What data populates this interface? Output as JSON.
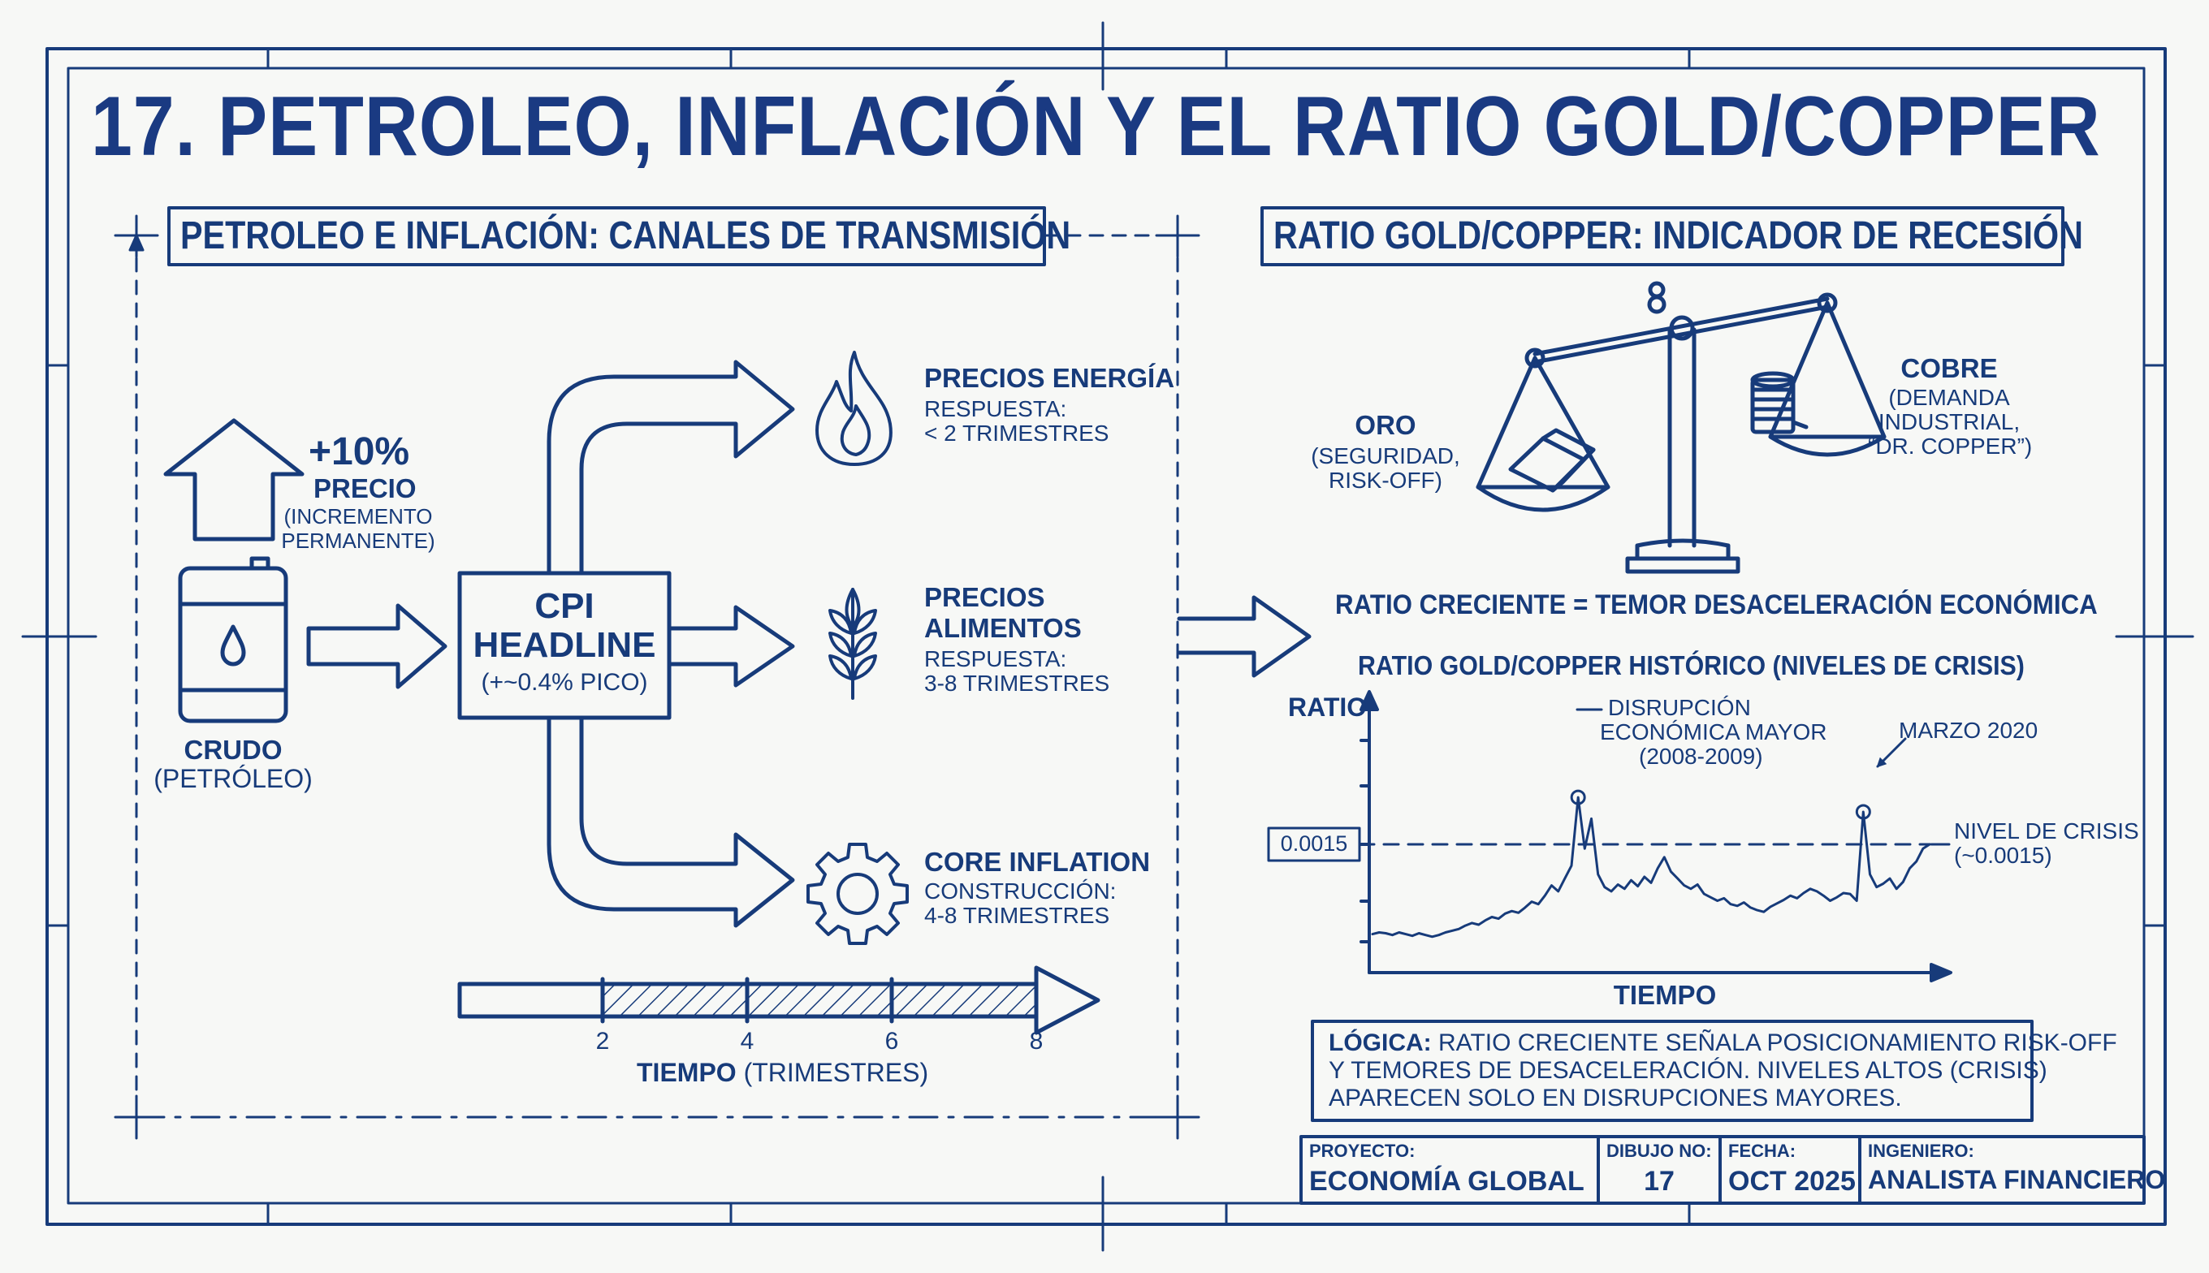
{
  "title": "17. PETROLEO, INFLACIÓN Y EL RATIO GOLD/COPPER",
  "left_panel": {
    "header": "PETROLEO E INFLACIÓN: CANALES DE TRANSMISIÓN",
    "shock": {
      "value": "+10%",
      "label": "PRECIO",
      "note_1": "(INCREMENTO",
      "note_2": "PERMANENTE)"
    },
    "source": {
      "label": "CRUDO",
      "sub": "(PETRÓLEO)"
    },
    "cpi": {
      "line_1": "CPI",
      "line_2": "HEADLINE",
      "sub": "(+~0.4% PICO)"
    },
    "channels": [
      {
        "icon": "flame-icon",
        "title_1": "PRECIOS ENERGÍA",
        "title_2": "",
        "sub_1": "RESPUESTA:",
        "sub_2": "< 2 TRIMESTRES"
      },
      {
        "icon": "wheat-icon",
        "title_1": "PRECIOS",
        "title_2": "ALIMENTOS",
        "sub_1": "RESPUESTA:",
        "sub_2": "3-8 TRIMESTRES"
      },
      {
        "icon": "gear-icon",
        "title_1": "CORE INFLATION",
        "title_2": "",
        "sub_1": "CONSTRUCCIÓN:",
        "sub_2": "4-8 TRIMESTRES"
      }
    ],
    "timeline": {
      "ticks": [
        "2",
        "4",
        "6",
        "8"
      ],
      "label_bold": "TIEMPO",
      "label_rest": " (TRIMESTRES)"
    }
  },
  "right_panel": {
    "header": "RATIO GOLD/COPPER: INDICADOR DE RECESIÓN",
    "gold": {
      "label": "ORO",
      "sub_1": "(SEGURIDAD,",
      "sub_2": "RISK-OFF)"
    },
    "copper": {
      "label": "COBRE",
      "sub_1": "(DEMANDA",
      "sub_2": "INDUSTRIAL,",
      "sub_3": "“DR. COPPER”)"
    },
    "statement": "RATIO CRECIENTE = TEMOR DESACELERACIÓN ECONÓMICA",
    "logic": {
      "bold": "LÓGICA:",
      "line_1": " RATIO CRECIENTE SEÑALA POSICIONAMIENTO RISK-OFF",
      "line_2": "Y  TEMORES DE DESACELERACIÓN. NIVELES ALTOS (CRISIS)",
      "line_3": "APARECEN SOLO EN DISRUPCIONES MAYORES."
    }
  },
  "chart_data": {
    "type": "line",
    "title": "RATIO GOLD/COPPER HISTÓRICO (NIVELES DE CRISIS)",
    "xlabel": "TIEMPO",
    "ylabel": "RATIO",
    "y_ticks": [
      "0.0015"
    ],
    "crisis_line": {
      "value": 0.0015,
      "label_1": "NIVEL DE CRISIS",
      "label_2": "(~0.0015)"
    },
    "annotations": [
      {
        "label_1": "DISRUPCIÓN",
        "label_2": "ECONÓMICA MAYOR",
        "label_3": "(2008-2009)"
      },
      {
        "label_1": "MARZO 2020",
        "label_2": "",
        "label_3": ""
      }
    ],
    "series": [
      {
        "values": [
          0.00045,
          0.00047,
          0.00046,
          0.00044,
          0.00047,
          0.00045,
          0.00043,
          0.00046,
          0.00044,
          0.00042,
          0.00044,
          0.00047,
          0.00049,
          0.00051,
          0.00055,
          0.00058,
          0.00056,
          0.00061,
          0.00065,
          0.00063,
          0.00069,
          0.00072,
          0.0007,
          0.00076,
          0.00083,
          0.0008,
          0.0009,
          0.00102,
          0.00095,
          0.0011,
          0.00125,
          0.00205,
          0.00145,
          0.0018,
          0.00115,
          0.001,
          0.00095,
          0.00103,
          0.00098,
          0.00108,
          0.00101,
          0.00112,
          0.00105,
          0.00122,
          0.00135,
          0.00118,
          0.0011,
          0.00102,
          0.00098,
          0.00103,
          0.00092,
          0.00088,
          0.00084,
          0.00087,
          0.0008,
          0.00078,
          0.00082,
          0.00076,
          0.00073,
          0.00071,
          0.00077,
          0.00081,
          0.00085,
          0.0009,
          0.00087,
          0.00093,
          0.00098,
          0.00095,
          0.0009,
          0.00084,
          0.00088,
          0.00093,
          0.00092,
          0.00084,
          0.00188,
          0.00115,
          0.001,
          0.00104,
          0.0011,
          0.00098,
          0.00106,
          0.00122,
          0.0013,
          0.00145,
          0.0015
        ]
      }
    ]
  },
  "title_block": [
    {
      "head": "PROYECTO:",
      "value": "ECONOMÍA GLOBAL"
    },
    {
      "head": "DIBUJO NO:",
      "value": "17"
    },
    {
      "head": "FECHA:",
      "value": "OCT 2025"
    },
    {
      "head": "INGENIERO:",
      "value": "ANALISTA FINANCIERO"
    }
  ],
  "colors": {
    "ink": "#173b7a",
    "paper": "#f7f8f6"
  }
}
